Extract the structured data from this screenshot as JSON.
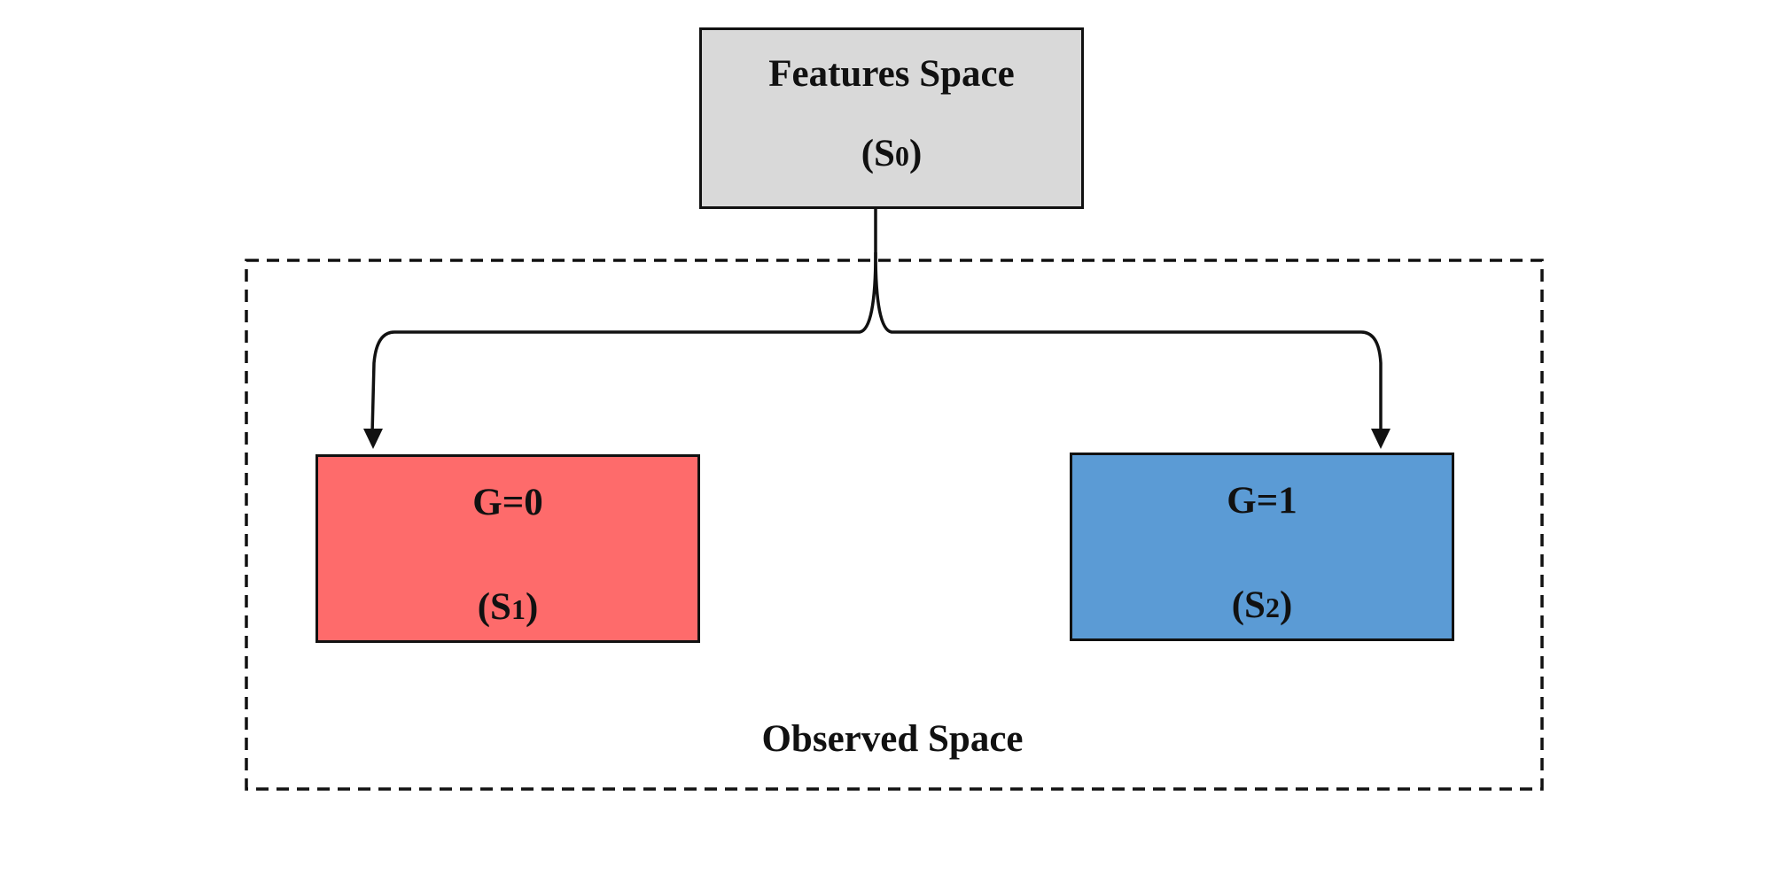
{
  "diagram": {
    "root": {
      "title": "Features Space",
      "symbol": "(S",
      "index": "0",
      "close": ")",
      "fill": "#d9d9d9"
    },
    "children": [
      {
        "title": "G=0",
        "symbol": "(S",
        "index": "1",
        "close": ")",
        "fill": "#fe6b6b"
      },
      {
        "title": "G=1",
        "symbol": "(S",
        "index": "2",
        "close": ")",
        "fill": "#5b9bd5"
      }
    ],
    "region": {
      "label": "Observed Space",
      "border_style": "dashed"
    }
  }
}
